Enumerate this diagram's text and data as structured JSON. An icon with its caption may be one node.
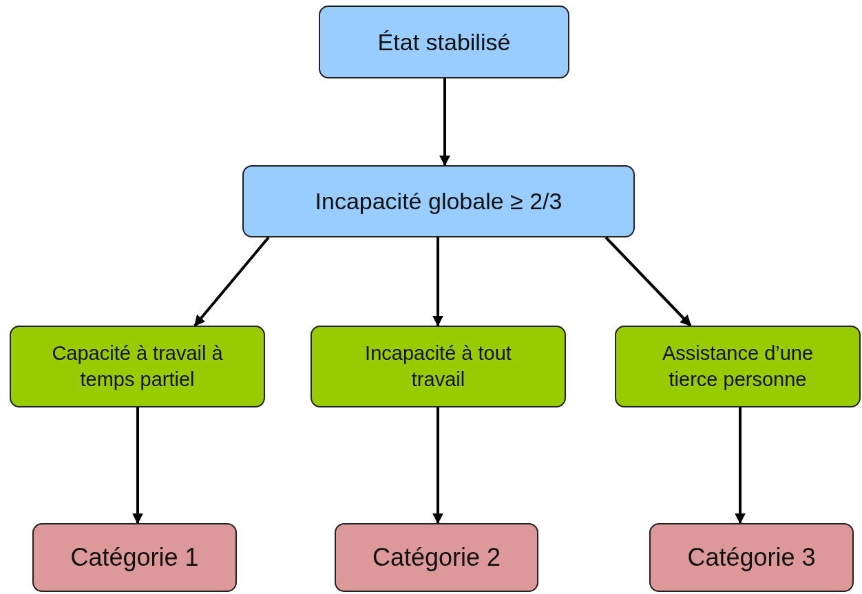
{
  "diagram": {
    "nodes": [
      {
        "text": [
          "État stabilisé"
        ]
      },
      {
        "text": [
          "Incapacité globale ≥ 2/3"
        ]
      },
      {
        "text": [
          "Capacité à travail à temps partiel"
        ]
      },
      {
        "text": [
          "Incapacité à tout travail"
        ]
      },
      {
        "text": [
          "Assistance d’une tierce personne"
        ]
      },
      {
        "text": [
          "Catégorie 1"
        ]
      },
      {
        "text": [
          "Catégorie 2"
        ]
      },
      {
        "text": [
          "Catégorie 3"
        ]
      }
    ],
    "edges": [
      {
        "from": 0,
        "to": 1,
        "arrow": "to"
      },
      {
        "from": 1,
        "to": 2,
        "arrow": "to"
      },
      {
        "from": 1,
        "to": 3,
        "arrow": "to"
      },
      {
        "from": 1,
        "to": 4,
        "arrow": "to"
      },
      {
        "from": 2,
        "to": 5,
        "arrow": "to"
      },
      {
        "from": 3,
        "to": 6,
        "arrow": "to"
      },
      {
        "from": 4,
        "to": 7,
        "arrow": "to"
      }
    ]
  }
}
